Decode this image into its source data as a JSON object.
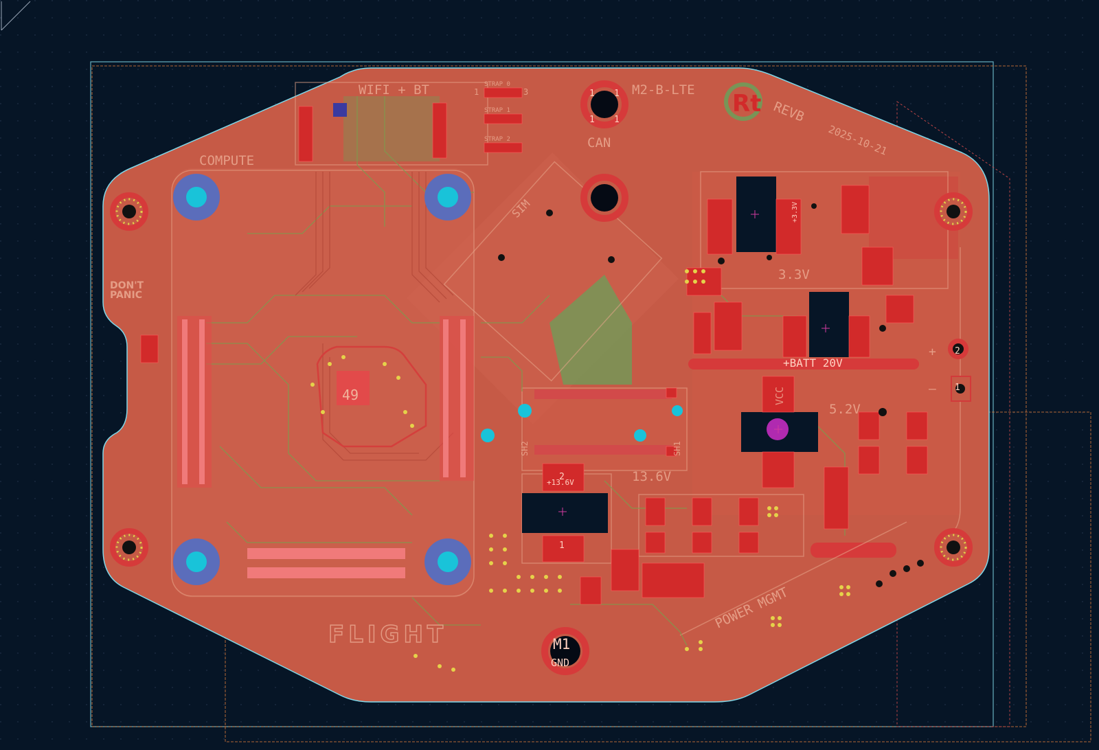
{
  "labels": {
    "compute": "COMPUTE",
    "wifi": "WIFI + BT",
    "m2": "M2-B-LTE",
    "can": "CAN",
    "rev": "REVB",
    "date": "2025-10-21",
    "logo": "Rt",
    "batt": "+BATT 20V",
    "v33": "3.3V",
    "v52": "5.2V",
    "v136": "13.6V",
    "sim": "SIM",
    "power": "POWER MGMT",
    "m1": "M1",
    "gnd": "GND",
    "dont": "DON'T",
    "panic": "PANIC",
    "flight": "FLIGHT",
    "u49": "49",
    "sh1": "SH1",
    "sh2": "SH2",
    "vcc": "VCC",
    "p136": "+13.6V",
    "p33": "+3.3V",
    "strap0": "STRAP 0",
    "strap1": "STRAP 1",
    "strap2": "STRAP 2",
    "one": "1",
    "two": "2",
    "three": "3",
    "plus": "+",
    "minus": "–"
  },
  "colors": {
    "background": "#061526",
    "board": "#c65a46",
    "copper": "#d22a2a",
    "silkscreen": "#e8a58a",
    "hole_ring": "#5b6dbb",
    "via": "#19c3d9",
    "edge": "#7fd7e8"
  }
}
